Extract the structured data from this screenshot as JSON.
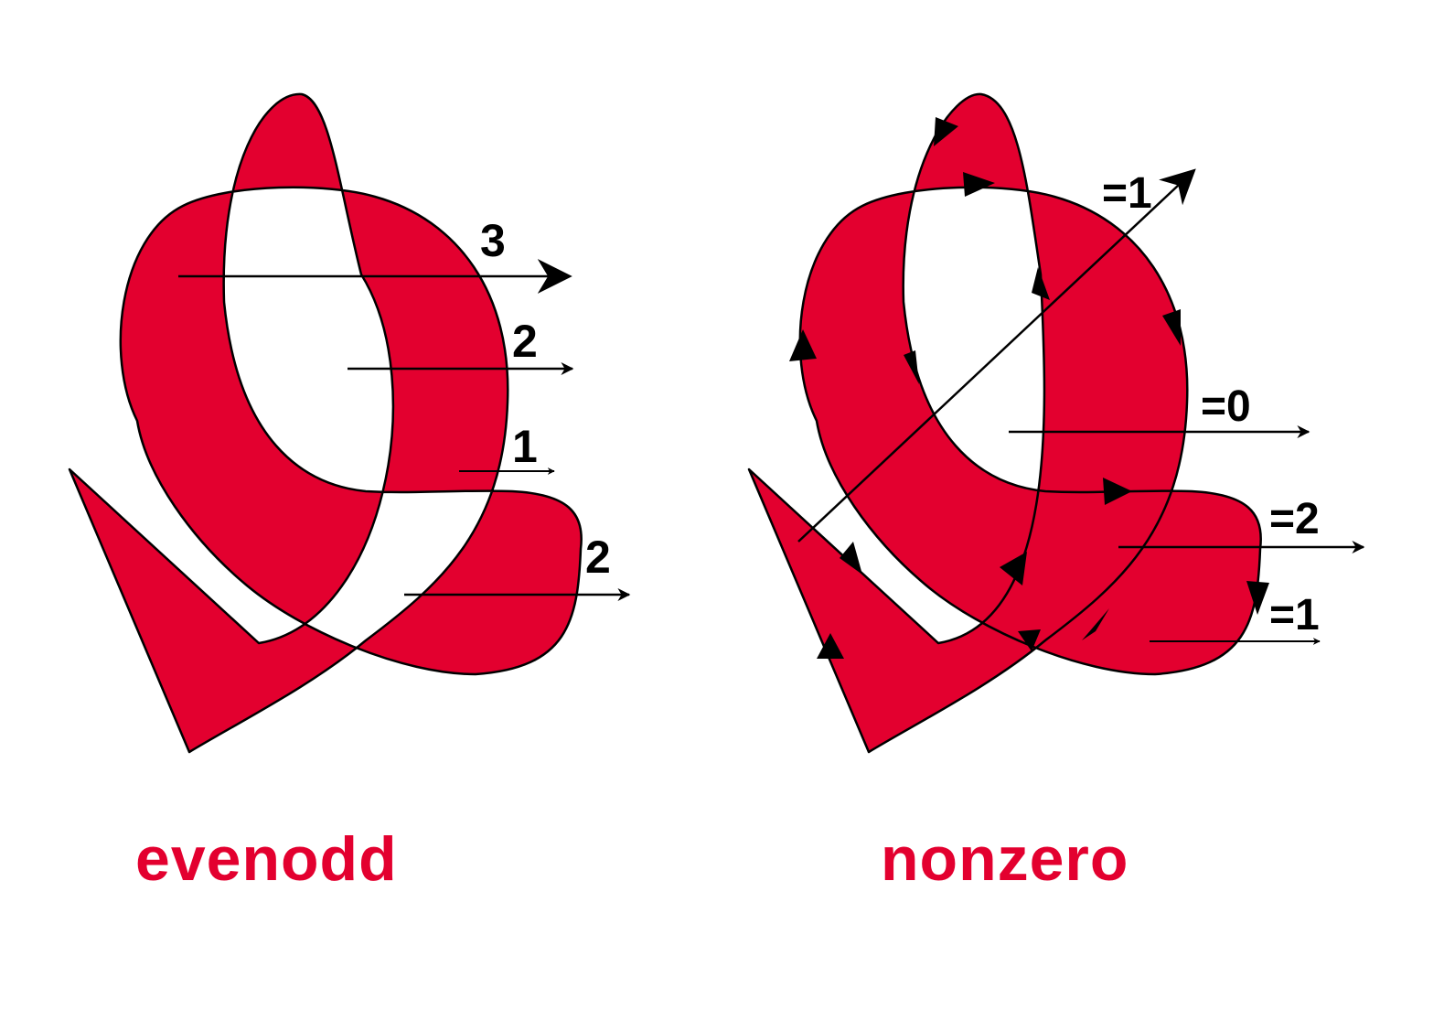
{
  "colors": {
    "fill": "#e3002f",
    "stroke": "#000000",
    "background": "#ffffff",
    "label": "#000000",
    "caption": "#e3002f"
  },
  "evenodd": {
    "caption": "evenodd",
    "crossing_counts": [
      "3",
      "2",
      "1",
      "2"
    ]
  },
  "nonzero": {
    "caption": "nonzero",
    "winding_labels": [
      "=1",
      "=0",
      "=2",
      "=1"
    ]
  }
}
